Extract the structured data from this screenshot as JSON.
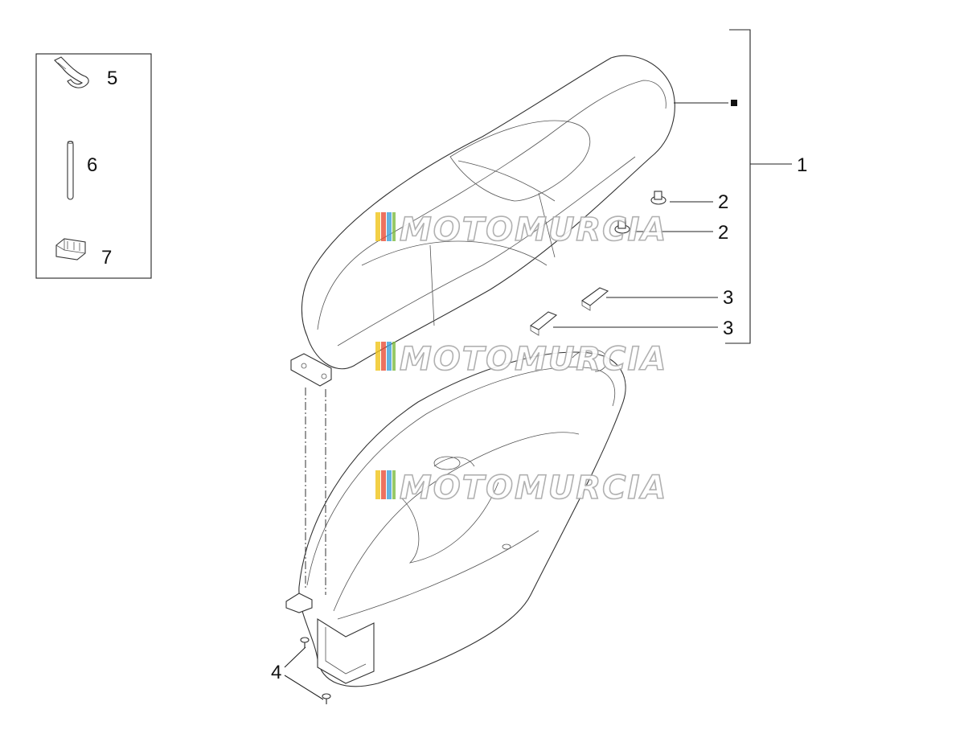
{
  "diagram": {
    "callouts": [
      {
        "id": "seat",
        "label": "1"
      },
      {
        "id": "rubber-buffer-upper",
        "label": "2"
      },
      {
        "id": "rubber-buffer-lower",
        "label": "2"
      },
      {
        "id": "pad-upper",
        "label": "3"
      },
      {
        "id": "pad-lower",
        "label": "3"
      },
      {
        "id": "screws",
        "label": "4"
      },
      {
        "id": "hook",
        "label": "5"
      },
      {
        "id": "rod",
        "label": "6"
      },
      {
        "id": "clip",
        "label": "7"
      }
    ],
    "seat_marker_icon": "black-square-icon",
    "watermark": {
      "text": "MOTOMURCIA",
      "logo_colors": [
        "#f0c419",
        "#e94f37",
        "#3ea0d8",
        "#7dbb42"
      ]
    }
  }
}
